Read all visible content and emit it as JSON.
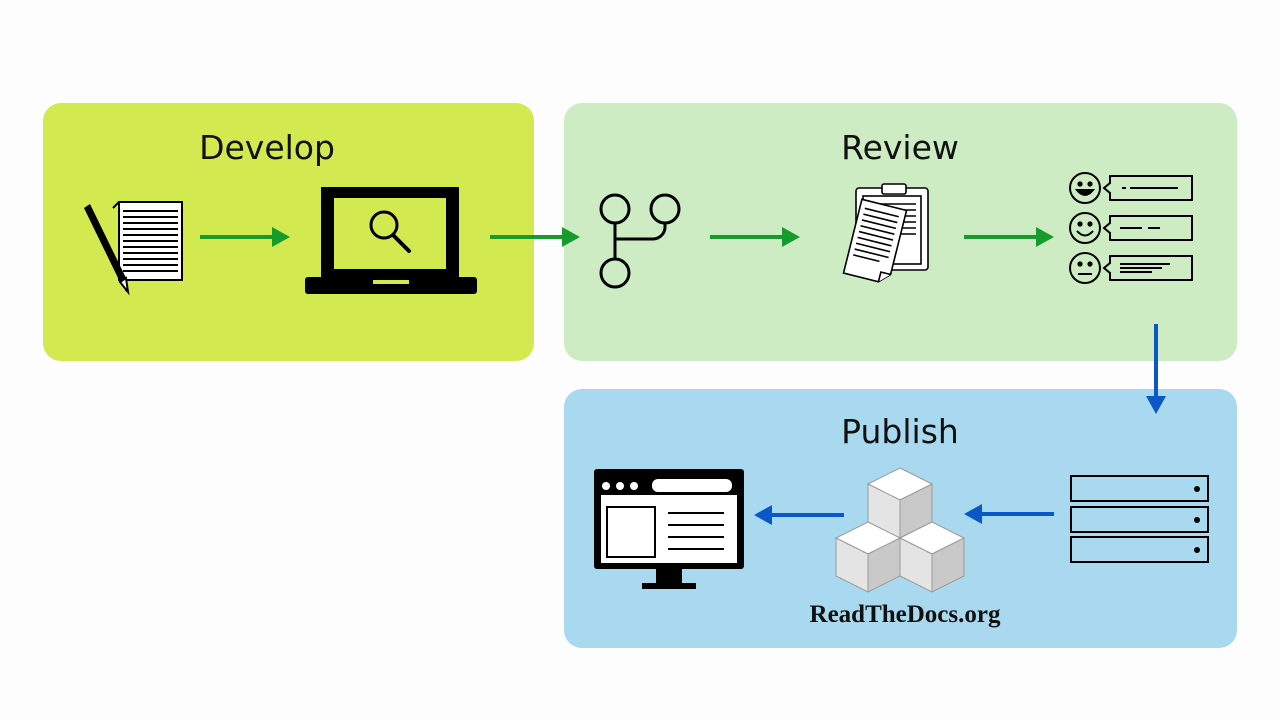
{
  "stages": {
    "develop": {
      "title": "Develop",
      "color": "#d2e950"
    },
    "review": {
      "title": "Review",
      "color": "#cdecc4"
    },
    "publish": {
      "title": "Publish",
      "color": "#a8d9ee",
      "host_label": "ReadTheDocs.org"
    }
  },
  "icons": {
    "develop": [
      "document-and-pen-icon",
      "laptop-search-icon"
    ],
    "review": [
      "git-branch-icon",
      "clipboard-documents-icon",
      "feedback-faces-icon"
    ],
    "publish": [
      "server-stack-icon",
      "cubes-icon",
      "web-page-monitor-icon"
    ]
  },
  "arrow_colors": {
    "develop_review": "#169c2d",
    "publish": "#0a57c6"
  }
}
